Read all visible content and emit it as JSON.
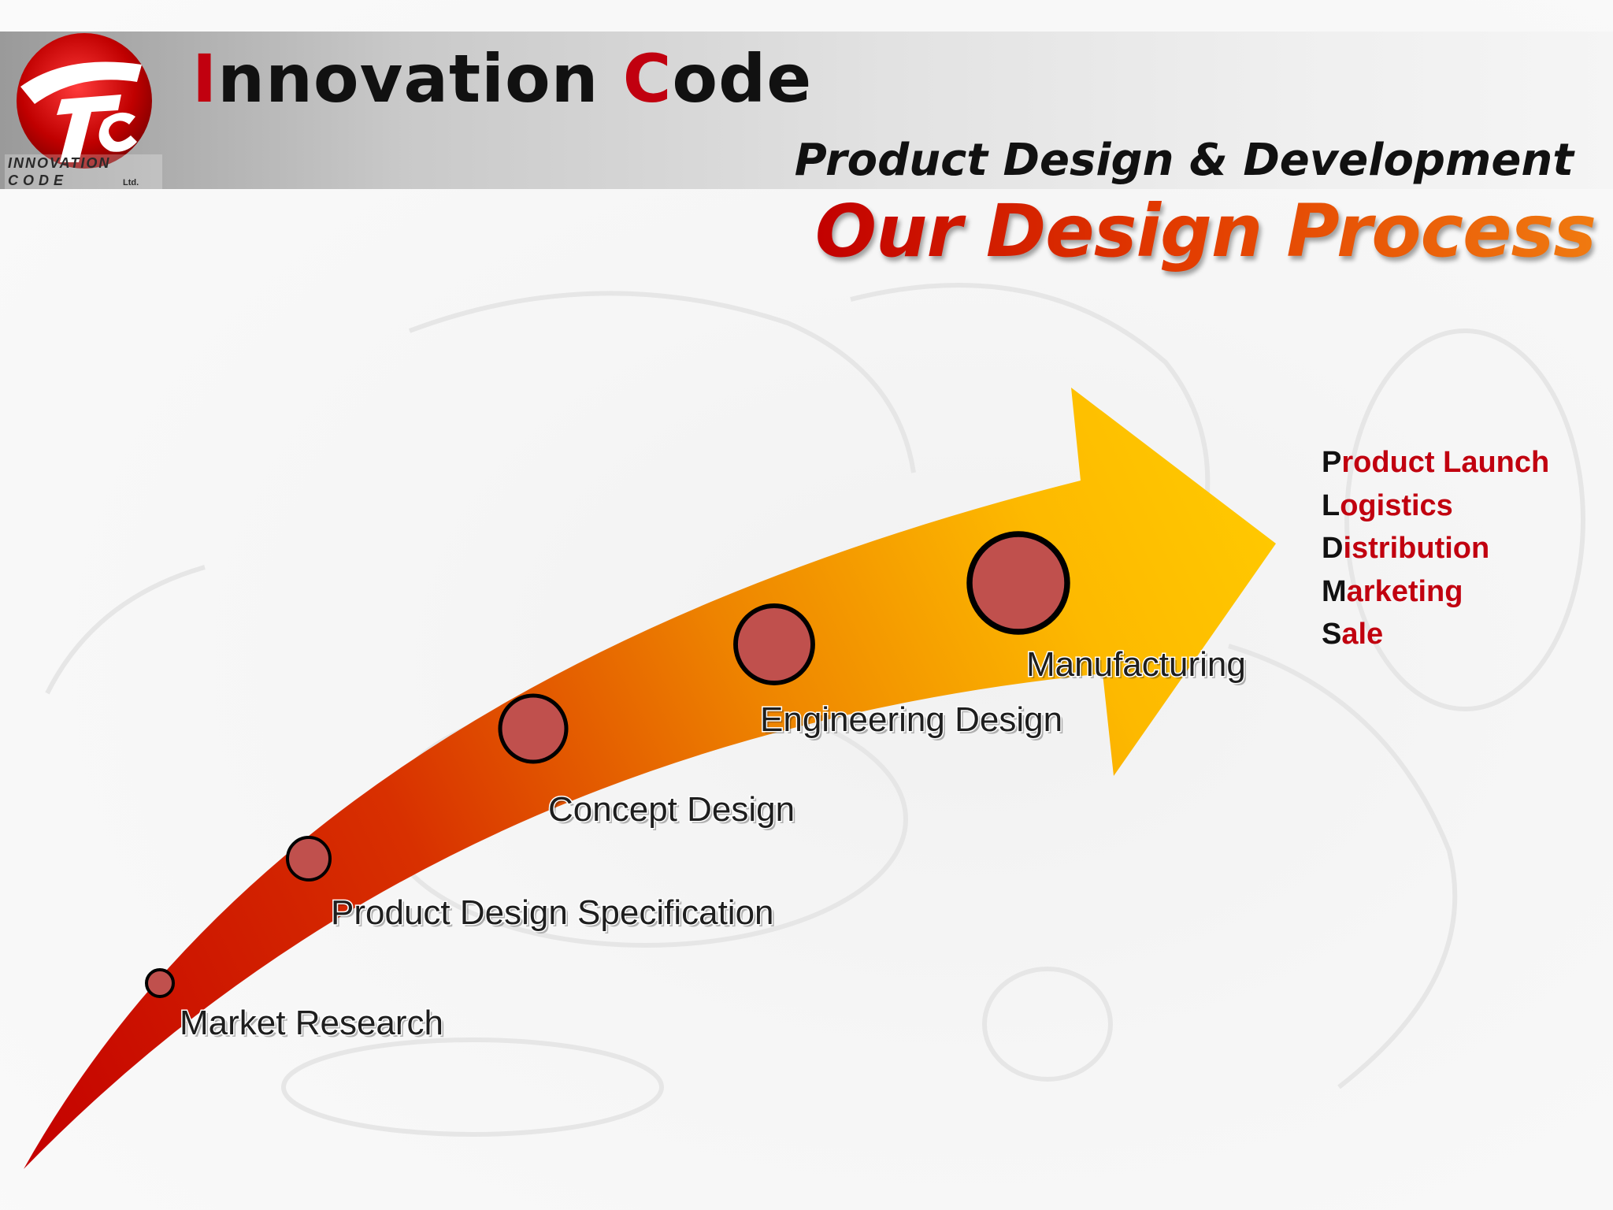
{
  "header": {
    "company_initial_1": "I",
    "company_rest_1": "nnovation ",
    "company_initial_2": "C",
    "company_rest_2": "ode",
    "logo_line_1": "INNOVATION",
    "logo_line_2": "CODE",
    "logo_suffix": "Ltd.",
    "subtitle": "Product Design & Development"
  },
  "slide": {
    "title": "Our Design Process"
  },
  "process": {
    "stages": [
      {
        "label": "Market Research"
      },
      {
        "label": "Product Design Specification"
      },
      {
        "label": "Concept Design"
      },
      {
        "label": "Engineering Design"
      },
      {
        "label": "Manufacturing"
      }
    ]
  },
  "after_manufacturing": [
    {
      "initial": "P",
      "rest": "roduct Launch"
    },
    {
      "initial": "L",
      "rest": "ogistics"
    },
    {
      "initial": "D",
      "rest": "istribution"
    },
    {
      "initial": "M",
      "rest": "arketing"
    },
    {
      "initial": "S",
      "rest": "ale"
    }
  ],
  "colors": {
    "brand_red": "#c1000f",
    "arrow_start": "#c40000",
    "arrow_mid": "#e86a00",
    "arrow_end": "#ffc400",
    "stage_dot": "#c0504d"
  }
}
